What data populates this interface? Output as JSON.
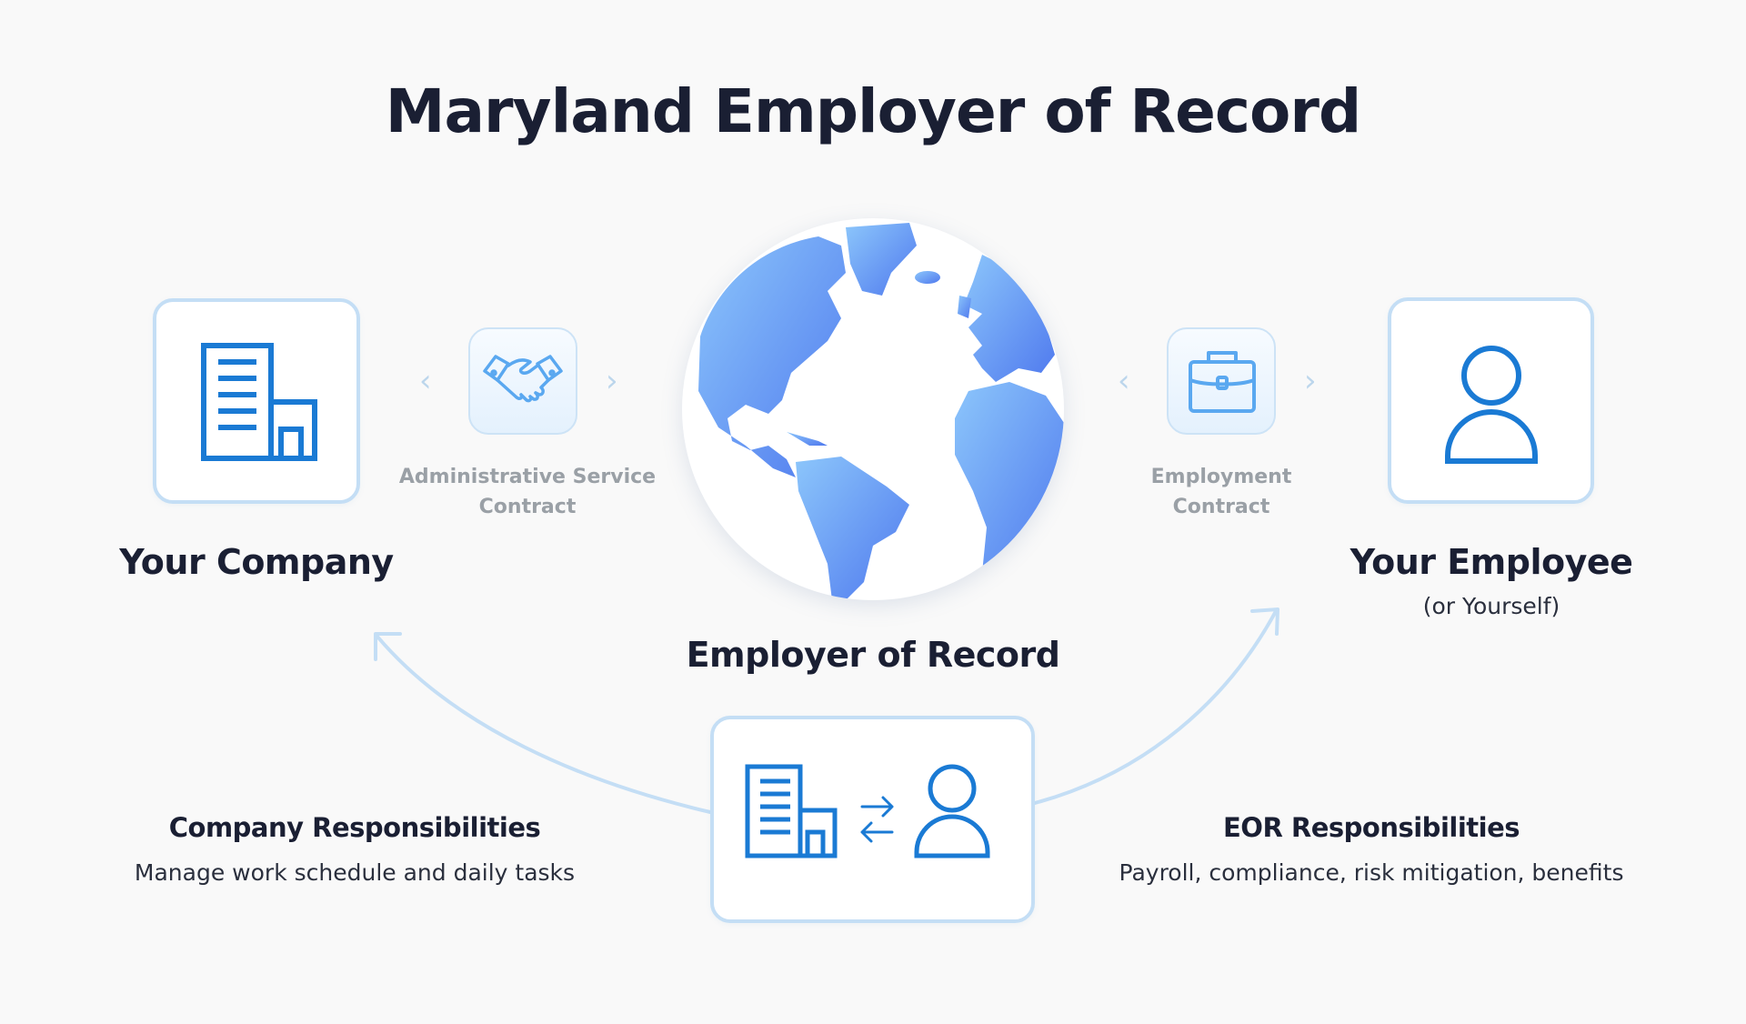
{
  "title": "Maryland Employer of Record",
  "nodes": {
    "company": {
      "label": "Your Company",
      "icon": "building-icon"
    },
    "employee": {
      "label": "Your Employee",
      "sublabel": "(or Yourself)",
      "icon": "person-icon"
    },
    "eor": {
      "label": "Employer of Record",
      "icon": "globe-icon"
    }
  },
  "contracts": {
    "left": {
      "line1": "Administrative Service",
      "line2": "Contract",
      "icon": "handshake-icon"
    },
    "right": {
      "line1": "Employment",
      "line2": "Contract",
      "icon": "briefcase-icon"
    }
  },
  "chevrons": {
    "left": "‹",
    "right": "›"
  },
  "responsibilities": {
    "company": {
      "title": "Company Responsibilities",
      "desc": "Manage work schedule and daily tasks"
    },
    "eor": {
      "title": "EOR Responsibilities",
      "desc": "Payroll, compliance, risk mitigation, benefits"
    }
  },
  "colors": {
    "icon_blue": "#1a7ad4",
    "light_icon_blue": "#5aa8f0",
    "border_blue": "#c4def5",
    "text_dark": "#1a1f33",
    "text_gray": "#9aa0a6",
    "background": "#f9f9f9"
  }
}
